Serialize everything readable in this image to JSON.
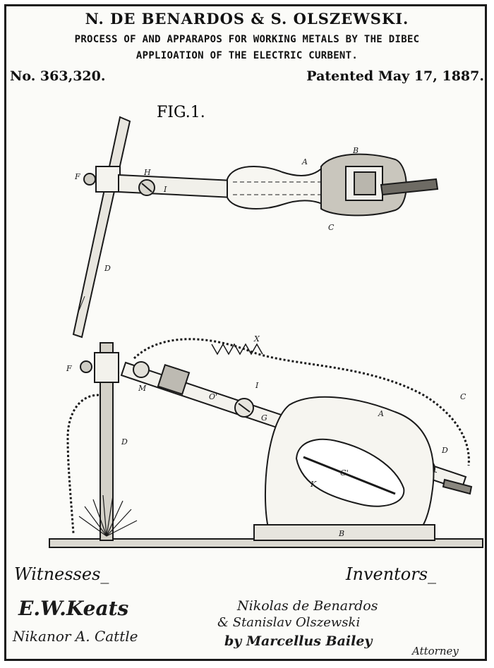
{
  "header": {
    "title": "N. DE BENARDOS & S. OLSZEWSKI.",
    "line2": "PROCESS OF AND APPARAPOS FOR WORKING METALS BY THE DIBEC",
    "line3": "APPLIOATION OF THE ELECTRIC CURBENT.",
    "number": "No. 363,320.",
    "patented": "Patented May 17, 1887."
  },
  "figure": {
    "label": "FIG.1.",
    "labels": {
      "f_top": "F",
      "h_top": "H",
      "a_top": "A",
      "b_top": "B",
      "c_top": "C",
      "d_top": "D",
      "i_top": "I",
      "x_wire": "X",
      "f_bottom": "F",
      "c_right": "C",
      "a_bottom": "A",
      "d_bottom": "D",
      "d_post": "D",
      "o_arm": "O'",
      "i_bottom": "I",
      "g_top": "G",
      "g_bottom": "G'",
      "k_bottom": "K",
      "b_base": "B",
      "m_clamp": "M"
    }
  },
  "footer": {
    "witnesses": "Witnesses_",
    "inventors": "Inventors_",
    "witness_sig_1": "E.W.Keats",
    "witness_sig_2": "Nikanor A. Cattle",
    "inventor_sig_1": "Nikolas de Benardos",
    "inventor_sig_2": "& Stanislav Olszewski",
    "inventor_sig_3": "by Marcellus Bailey",
    "inventor_sig_4": "Attorney"
  }
}
